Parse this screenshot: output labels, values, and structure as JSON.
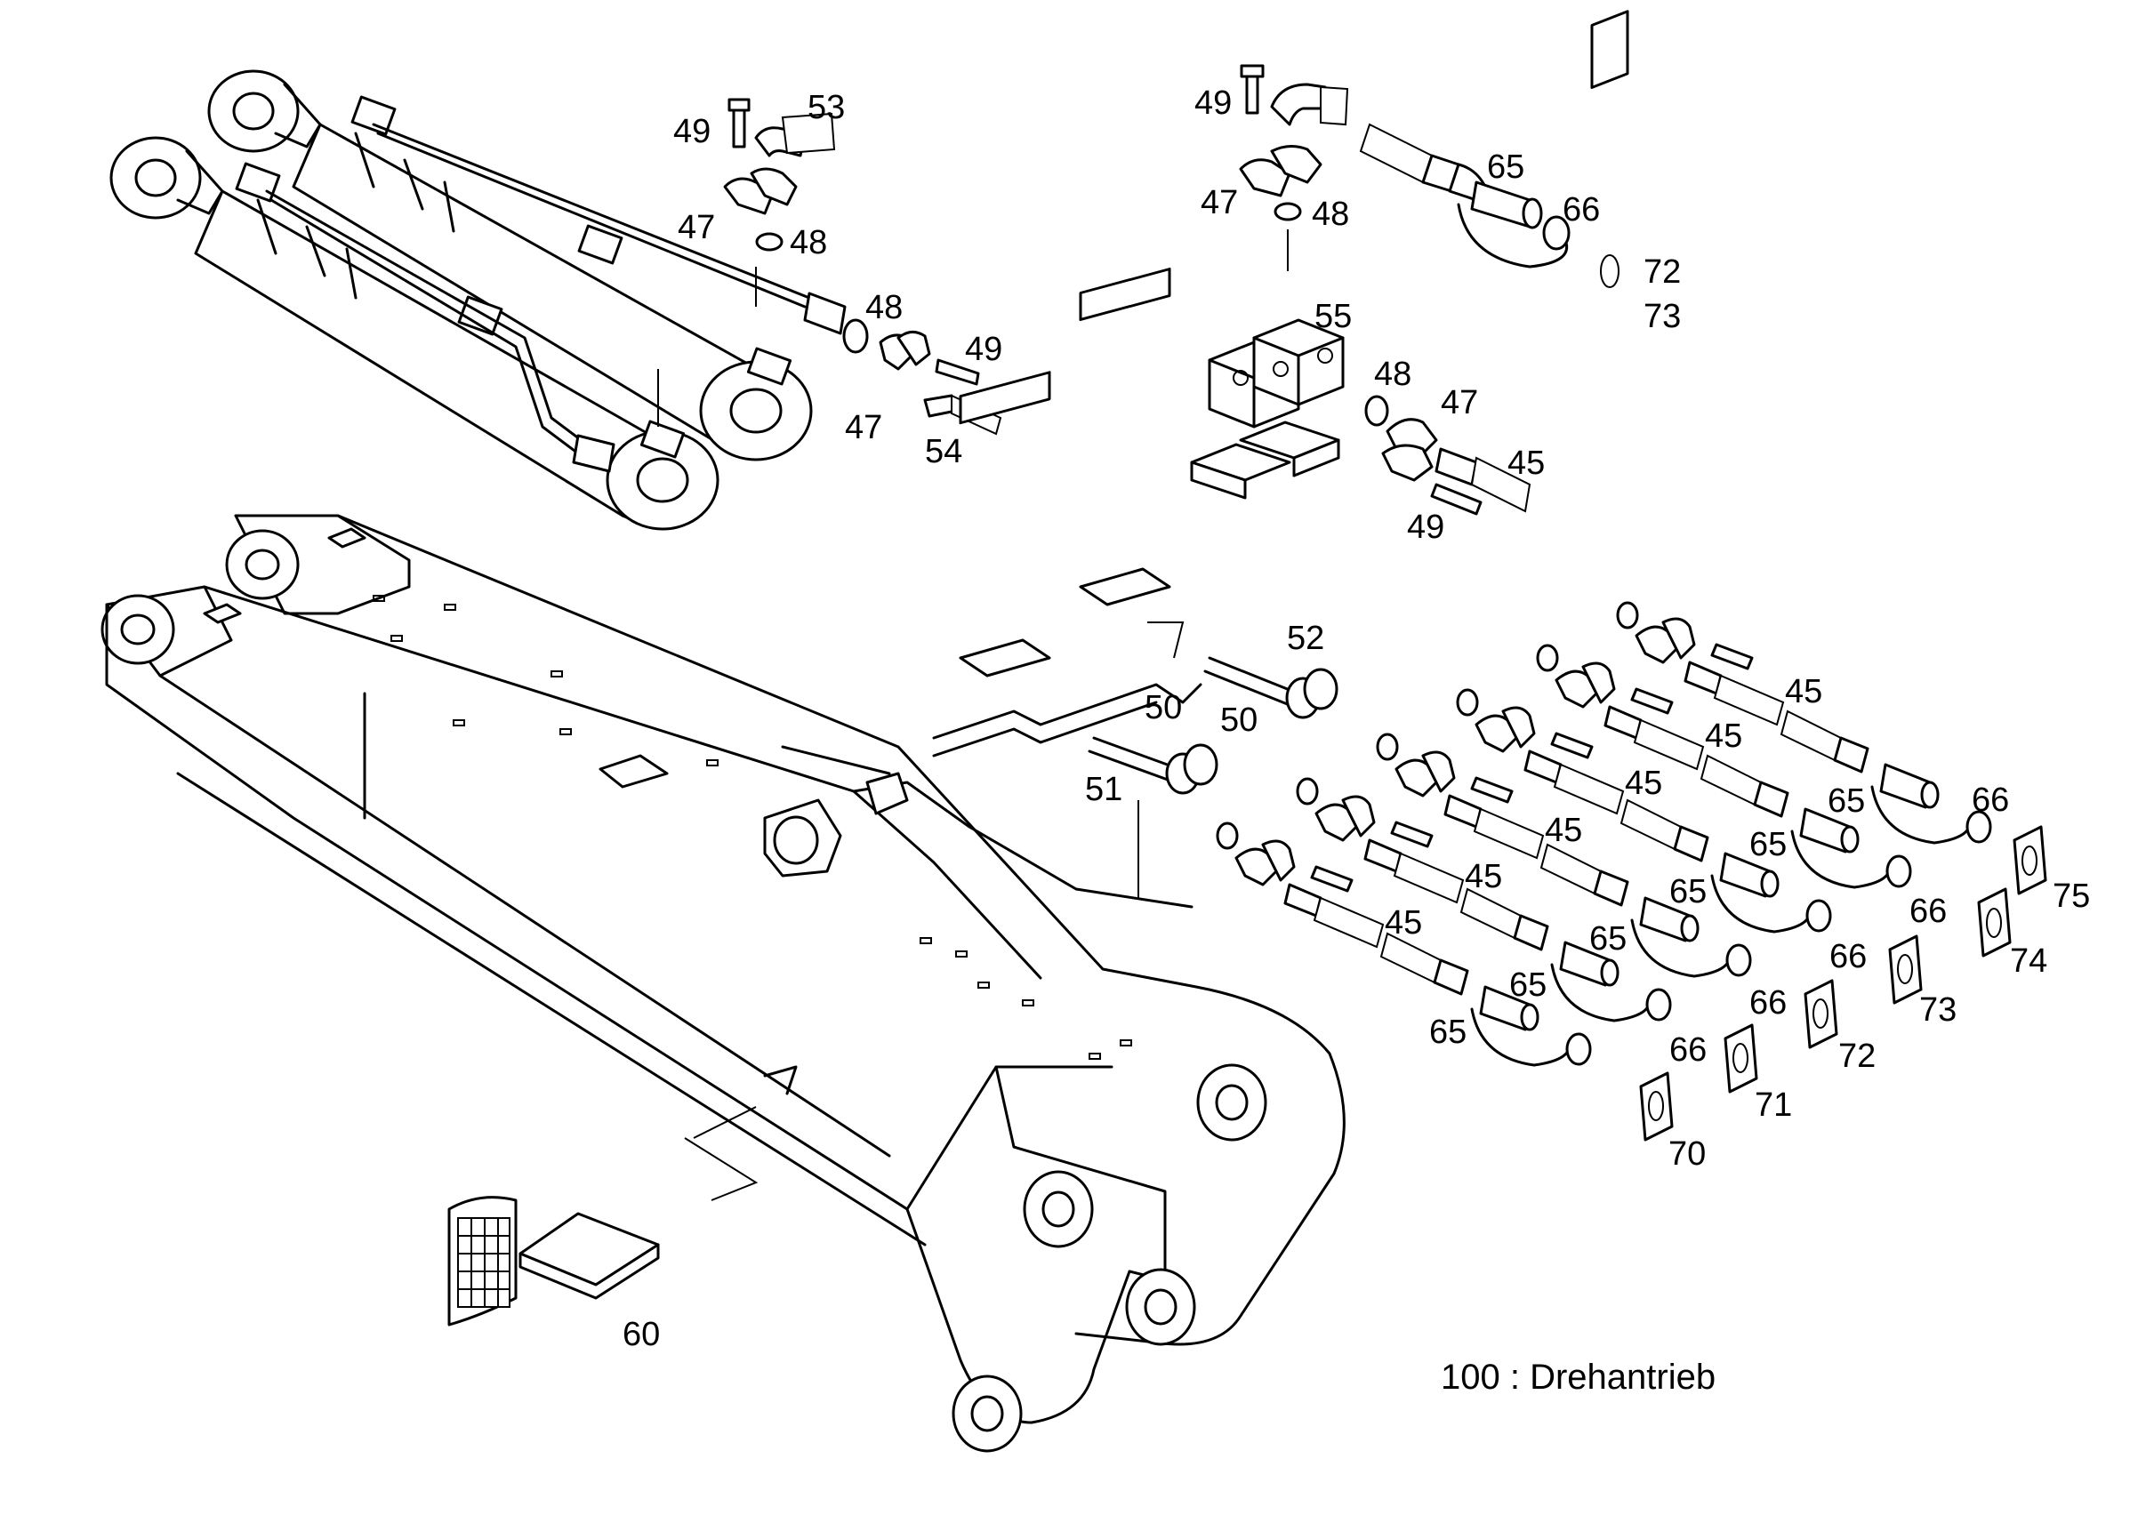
{
  "diagram": {
    "note": "100 : Drehantrieb",
    "callouts": [
      "49",
      "53",
      "47",
      "48",
      "48",
      "49",
      "47",
      "54",
      "49",
      "65",
      "66",
      "47",
      "48",
      "72",
      "73",
      "55",
      "48",
      "47",
      "45",
      "49",
      "52",
      "50",
      "50",
      "51",
      "45",
      "45",
      "45",
      "45",
      "45",
      "45",
      "65",
      "65",
      "65",
      "65",
      "65",
      "65",
      "66",
      "66",
      "66",
      "66",
      "66",
      "75",
      "74",
      "73",
      "72",
      "71",
      "70",
      "60"
    ]
  }
}
